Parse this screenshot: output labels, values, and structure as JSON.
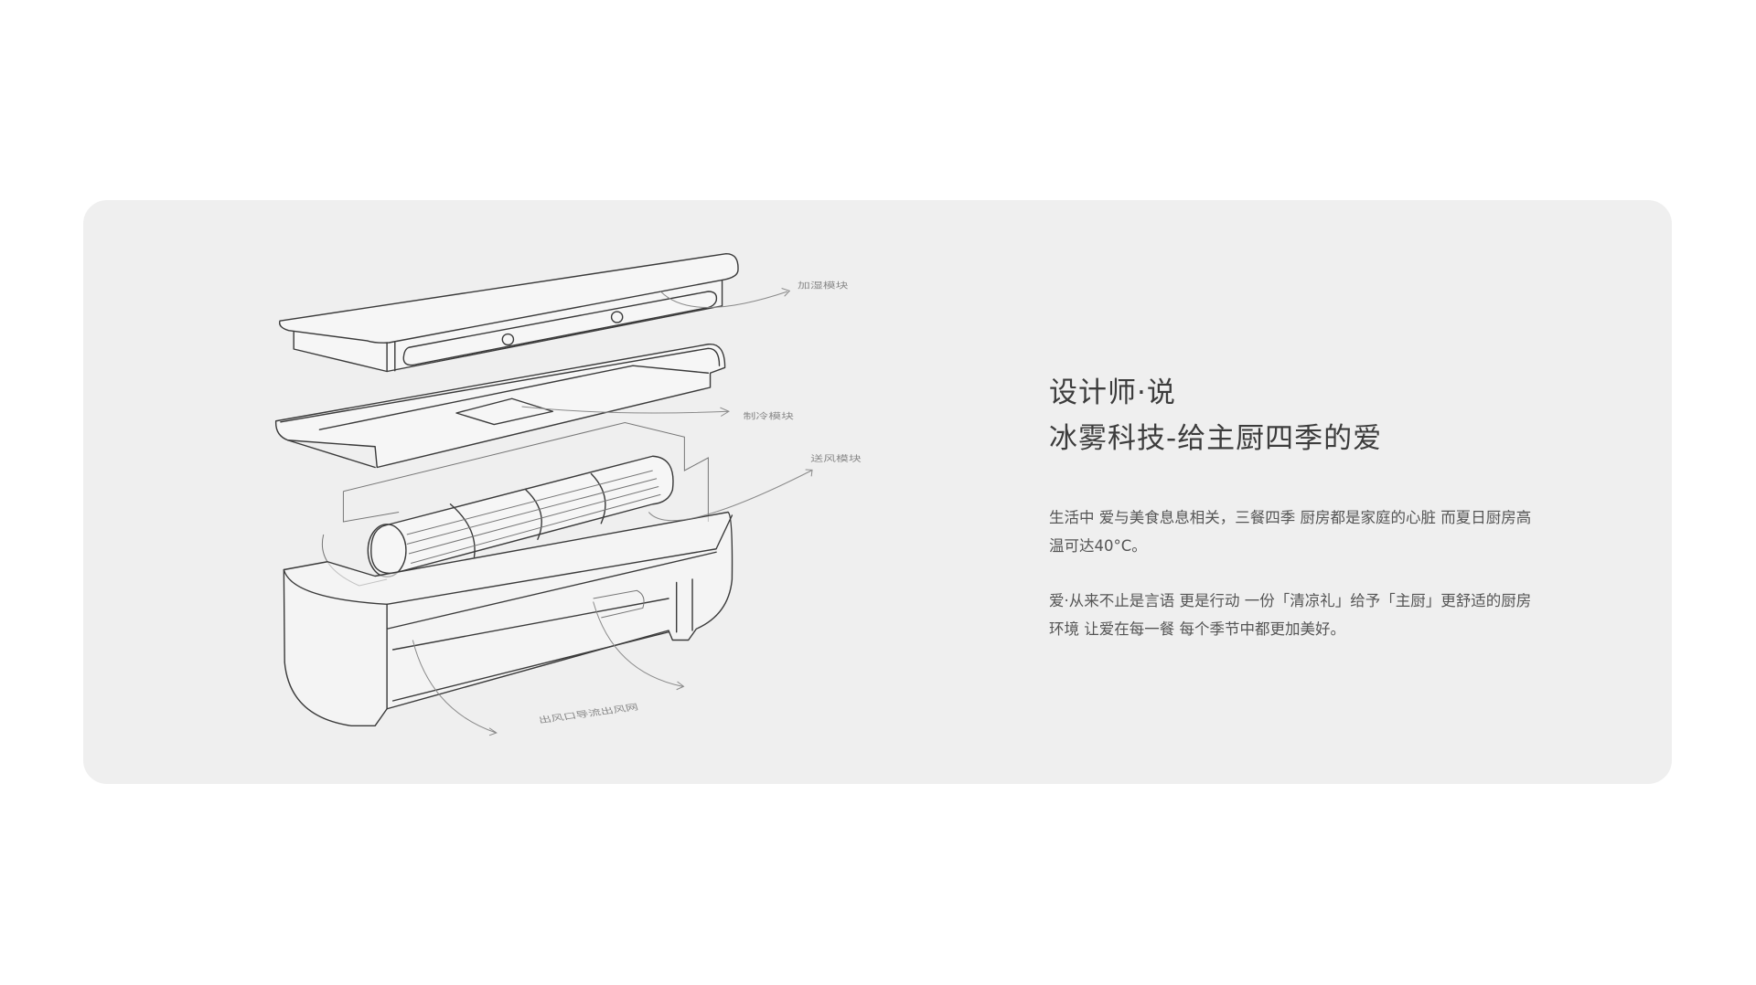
{
  "heading": {
    "line1": "设计师·说",
    "line2": "冰雾科技-给主厨四季的爱"
  },
  "paragraphs": [
    {
      "line1": "生活中 爱与美食息息相关，三餐四季 厨房都是家庭的心脏 而夏日厨房高",
      "line2": "温可达40°C。"
    },
    {
      "line1": "爱·从来不止是言语 更是行动 一份「清凉礼」给予「主厨」更舒适的厨房",
      "line2": "环境 让爱在每一餐 每个季节中都更加美好。"
    }
  ],
  "sketch_labels": {
    "humidify": "加湿模块",
    "cooling": "制冷模块",
    "airflow": "送风模块",
    "outlet": "出风口导流出风网"
  },
  "colors": {
    "card": "#efefef",
    "text": "#555555",
    "title": "#3c3c3c"
  }
}
